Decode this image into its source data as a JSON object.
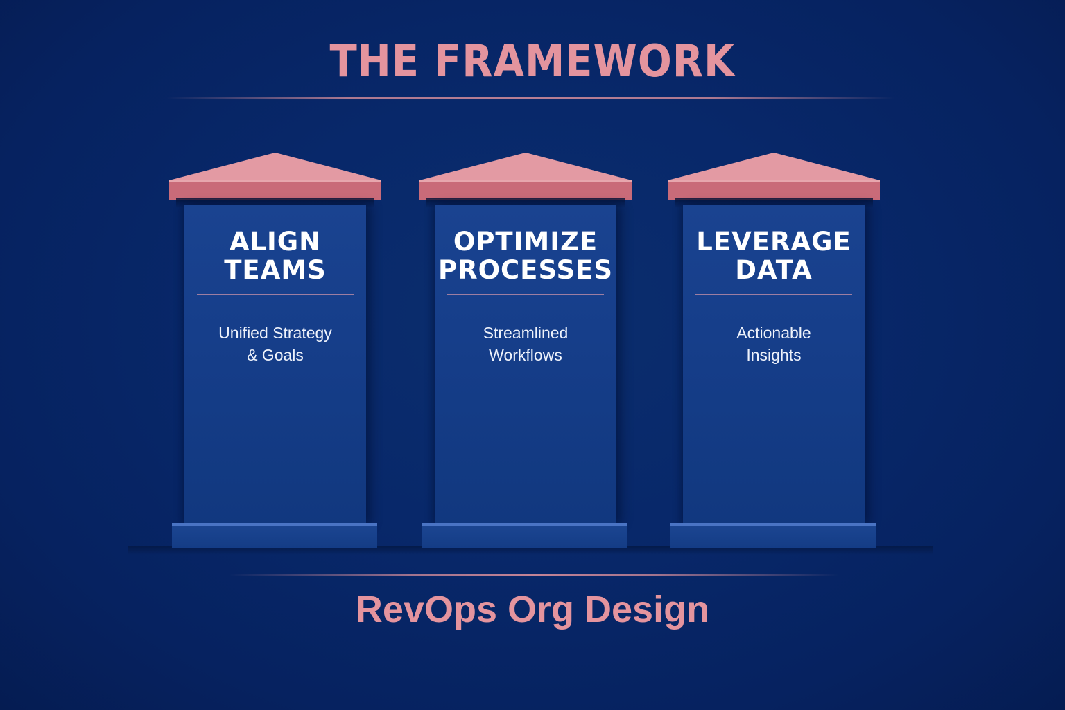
{
  "title": "THE FRAMEWORK",
  "subtitle": "RevOps Org Design",
  "colors": {
    "background": "#08286a",
    "accent_pink": "#e4949e",
    "roof_top": "#e49aa2",
    "roof_front": "#c96b79",
    "pillar_shaft": "#163e8a",
    "pillar_base": "#1b4591",
    "text_white": "#ffffff"
  },
  "pillars": [
    {
      "heading_line1": "ALIGN",
      "heading_line2": "TEAMS",
      "desc_line1": "Unified Strategy",
      "desc_line2": "& Goals"
    },
    {
      "heading_line1": "OPTIMIZE",
      "heading_line2": "PROCESSES",
      "desc_line1": "Streamlined",
      "desc_line2": "Workflows"
    },
    {
      "heading_line1": "LEVERAGE",
      "heading_line2": "DATA",
      "desc_line1": "Actionable",
      "desc_line2": "Insights"
    }
  ]
}
